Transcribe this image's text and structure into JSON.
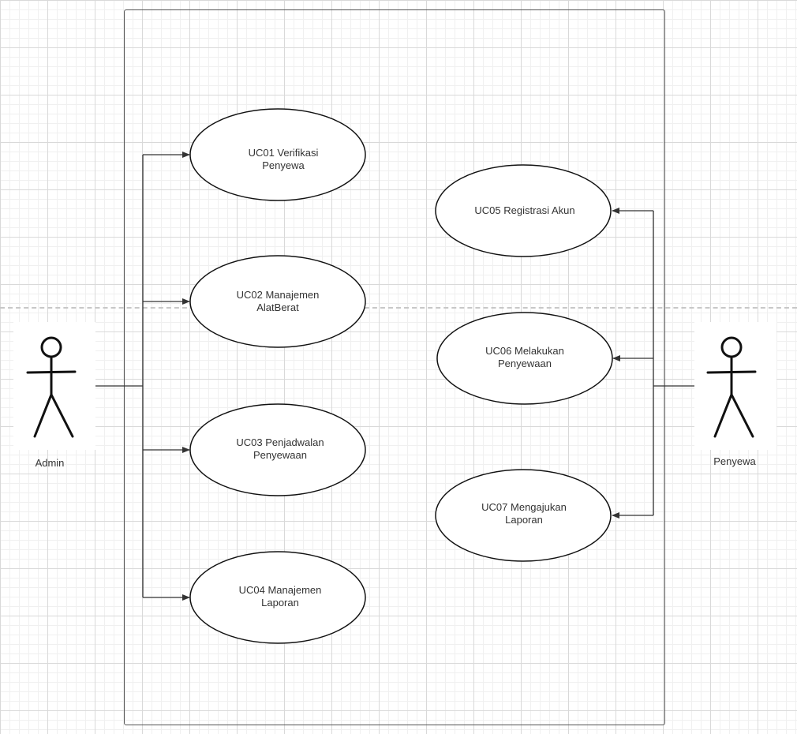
{
  "actors": {
    "admin": {
      "label": "Admin"
    },
    "penyewa": {
      "label": "Penyewa"
    }
  },
  "use_cases": [
    {
      "id": "uc01",
      "lines": [
        "UC01 Verifikasi",
        "Penyewa"
      ],
      "actor": "admin"
    },
    {
      "id": "uc02",
      "lines": [
        "UC02 Manajemen",
        "AlatBerat"
      ],
      "actor": "admin"
    },
    {
      "id": "uc03",
      "lines": [
        "UC03 Penjadwalan",
        "Penyewaan"
      ],
      "actor": "admin"
    },
    {
      "id": "uc04",
      "lines": [
        "UC04 Manajemen",
        "Laporan"
      ],
      "actor": "admin"
    },
    {
      "id": "uc05",
      "lines": [
        "UC05 Registrasi Akun"
      ],
      "actor": "penyewa"
    },
    {
      "id": "uc06",
      "lines": [
        "UC06 Melakukan",
        "Penyewaan"
      ],
      "actor": "penyewa"
    },
    {
      "id": "uc07",
      "lines": [
        "UC07 Mengajukan",
        "Laporan"
      ],
      "actor": "penyewa"
    }
  ],
  "colors": {
    "stroke": "#111111",
    "connector": "#333333"
  }
}
